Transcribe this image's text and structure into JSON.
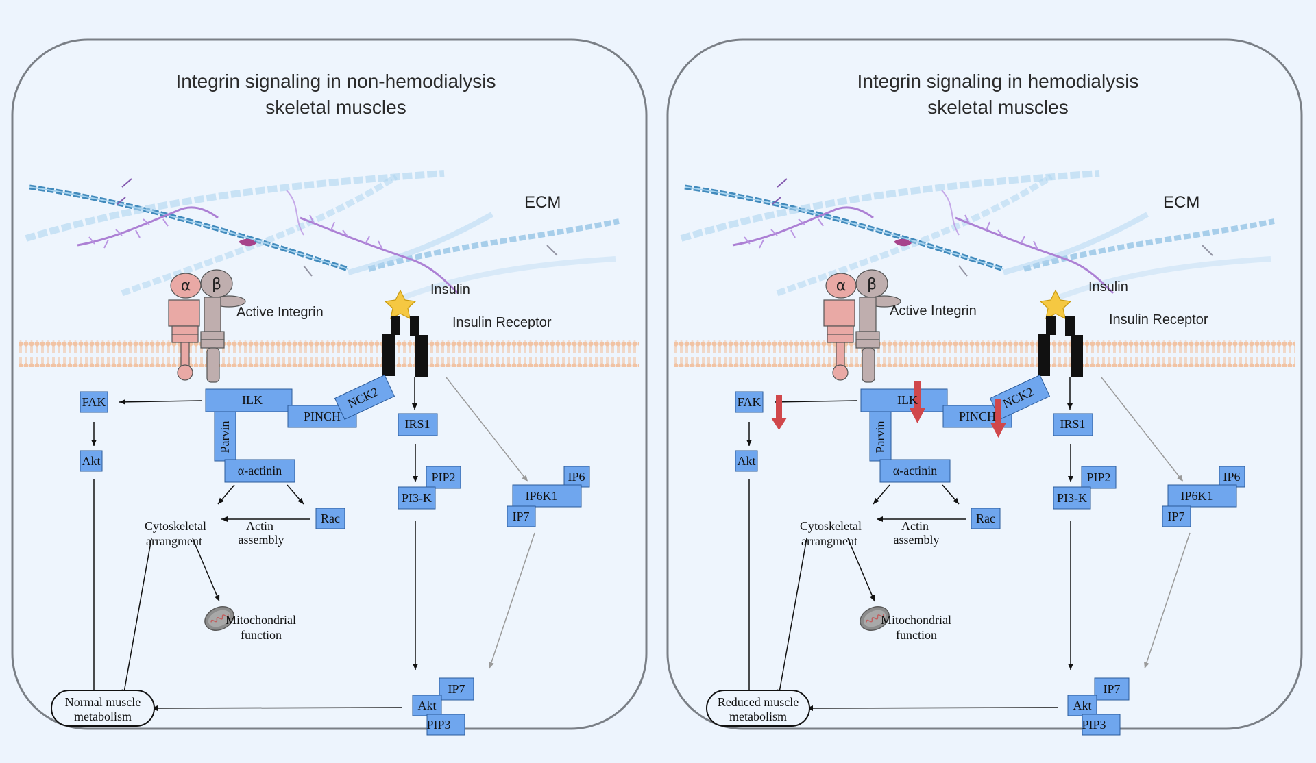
{
  "panels": [
    {
      "title_line1": "Integrin signaling in non-hemodialysis",
      "title_line2": "skeletal muscles",
      "outcome_line1": "Normal muscle",
      "outcome_line2": "metabolism",
      "down_arrows": false
    },
    {
      "title_line1": "Integrin signaling in hemodialysis",
      "title_line2": "skeletal muscles",
      "outcome_line1": "Reduced muscle",
      "outcome_line2": "metabolism",
      "down_arrows": true
    }
  ],
  "labels": {
    "ecm": "ECM",
    "alpha": "α",
    "beta": "β",
    "active_integrin": "Active Integrin",
    "insulin": "Insulin",
    "insulin_receptor": "Insulin Receptor",
    "fak": "FAK",
    "akt": "Akt",
    "ilk": "ILK",
    "pinch": "PINCH",
    "nck2": "NCK2",
    "parvin": "Parvin",
    "alpha_actinin": "α-actinin",
    "rac": "Rac",
    "irs1": "IRS1",
    "pip2": "PIP2",
    "pi3k": "PI3-K",
    "ip6": "IP6",
    "ip6k1": "IP6K1",
    "ip7": "IP7",
    "pip3": "PIP3",
    "cyto_line1": "Cytoskeletal",
    "cyto_line2": "arrangment",
    "actin_line1": "Actin",
    "actin_line2": "assembly",
    "mito_line1": "Mitochondrial",
    "mito_line2": "function"
  },
  "colors": {
    "box_fill": "#6fa6ee",
    "panel_border": "#7a7f86",
    "down_arrow": "#d0474b",
    "membrane": "#f2c6a8",
    "alpha_subunit": "#e9a9a5",
    "beta_subunit": "#bfaeae"
  }
}
